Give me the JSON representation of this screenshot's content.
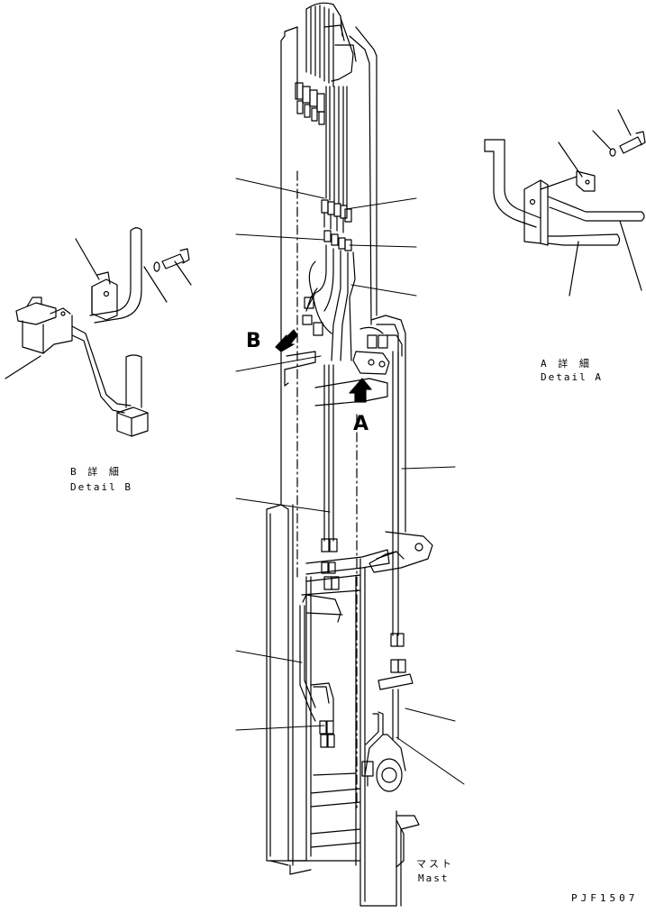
{
  "callouts": {
    "A": "A",
    "B": "B"
  },
  "detail_a": {
    "jp": "A 詳 細",
    "en": "Detail A"
  },
  "detail_b": {
    "jp": "B 詳 細",
    "en": "Detail B"
  },
  "mast": {
    "jp": "マスト",
    "en": "Mast"
  },
  "drawing_code": "PJF1507"
}
